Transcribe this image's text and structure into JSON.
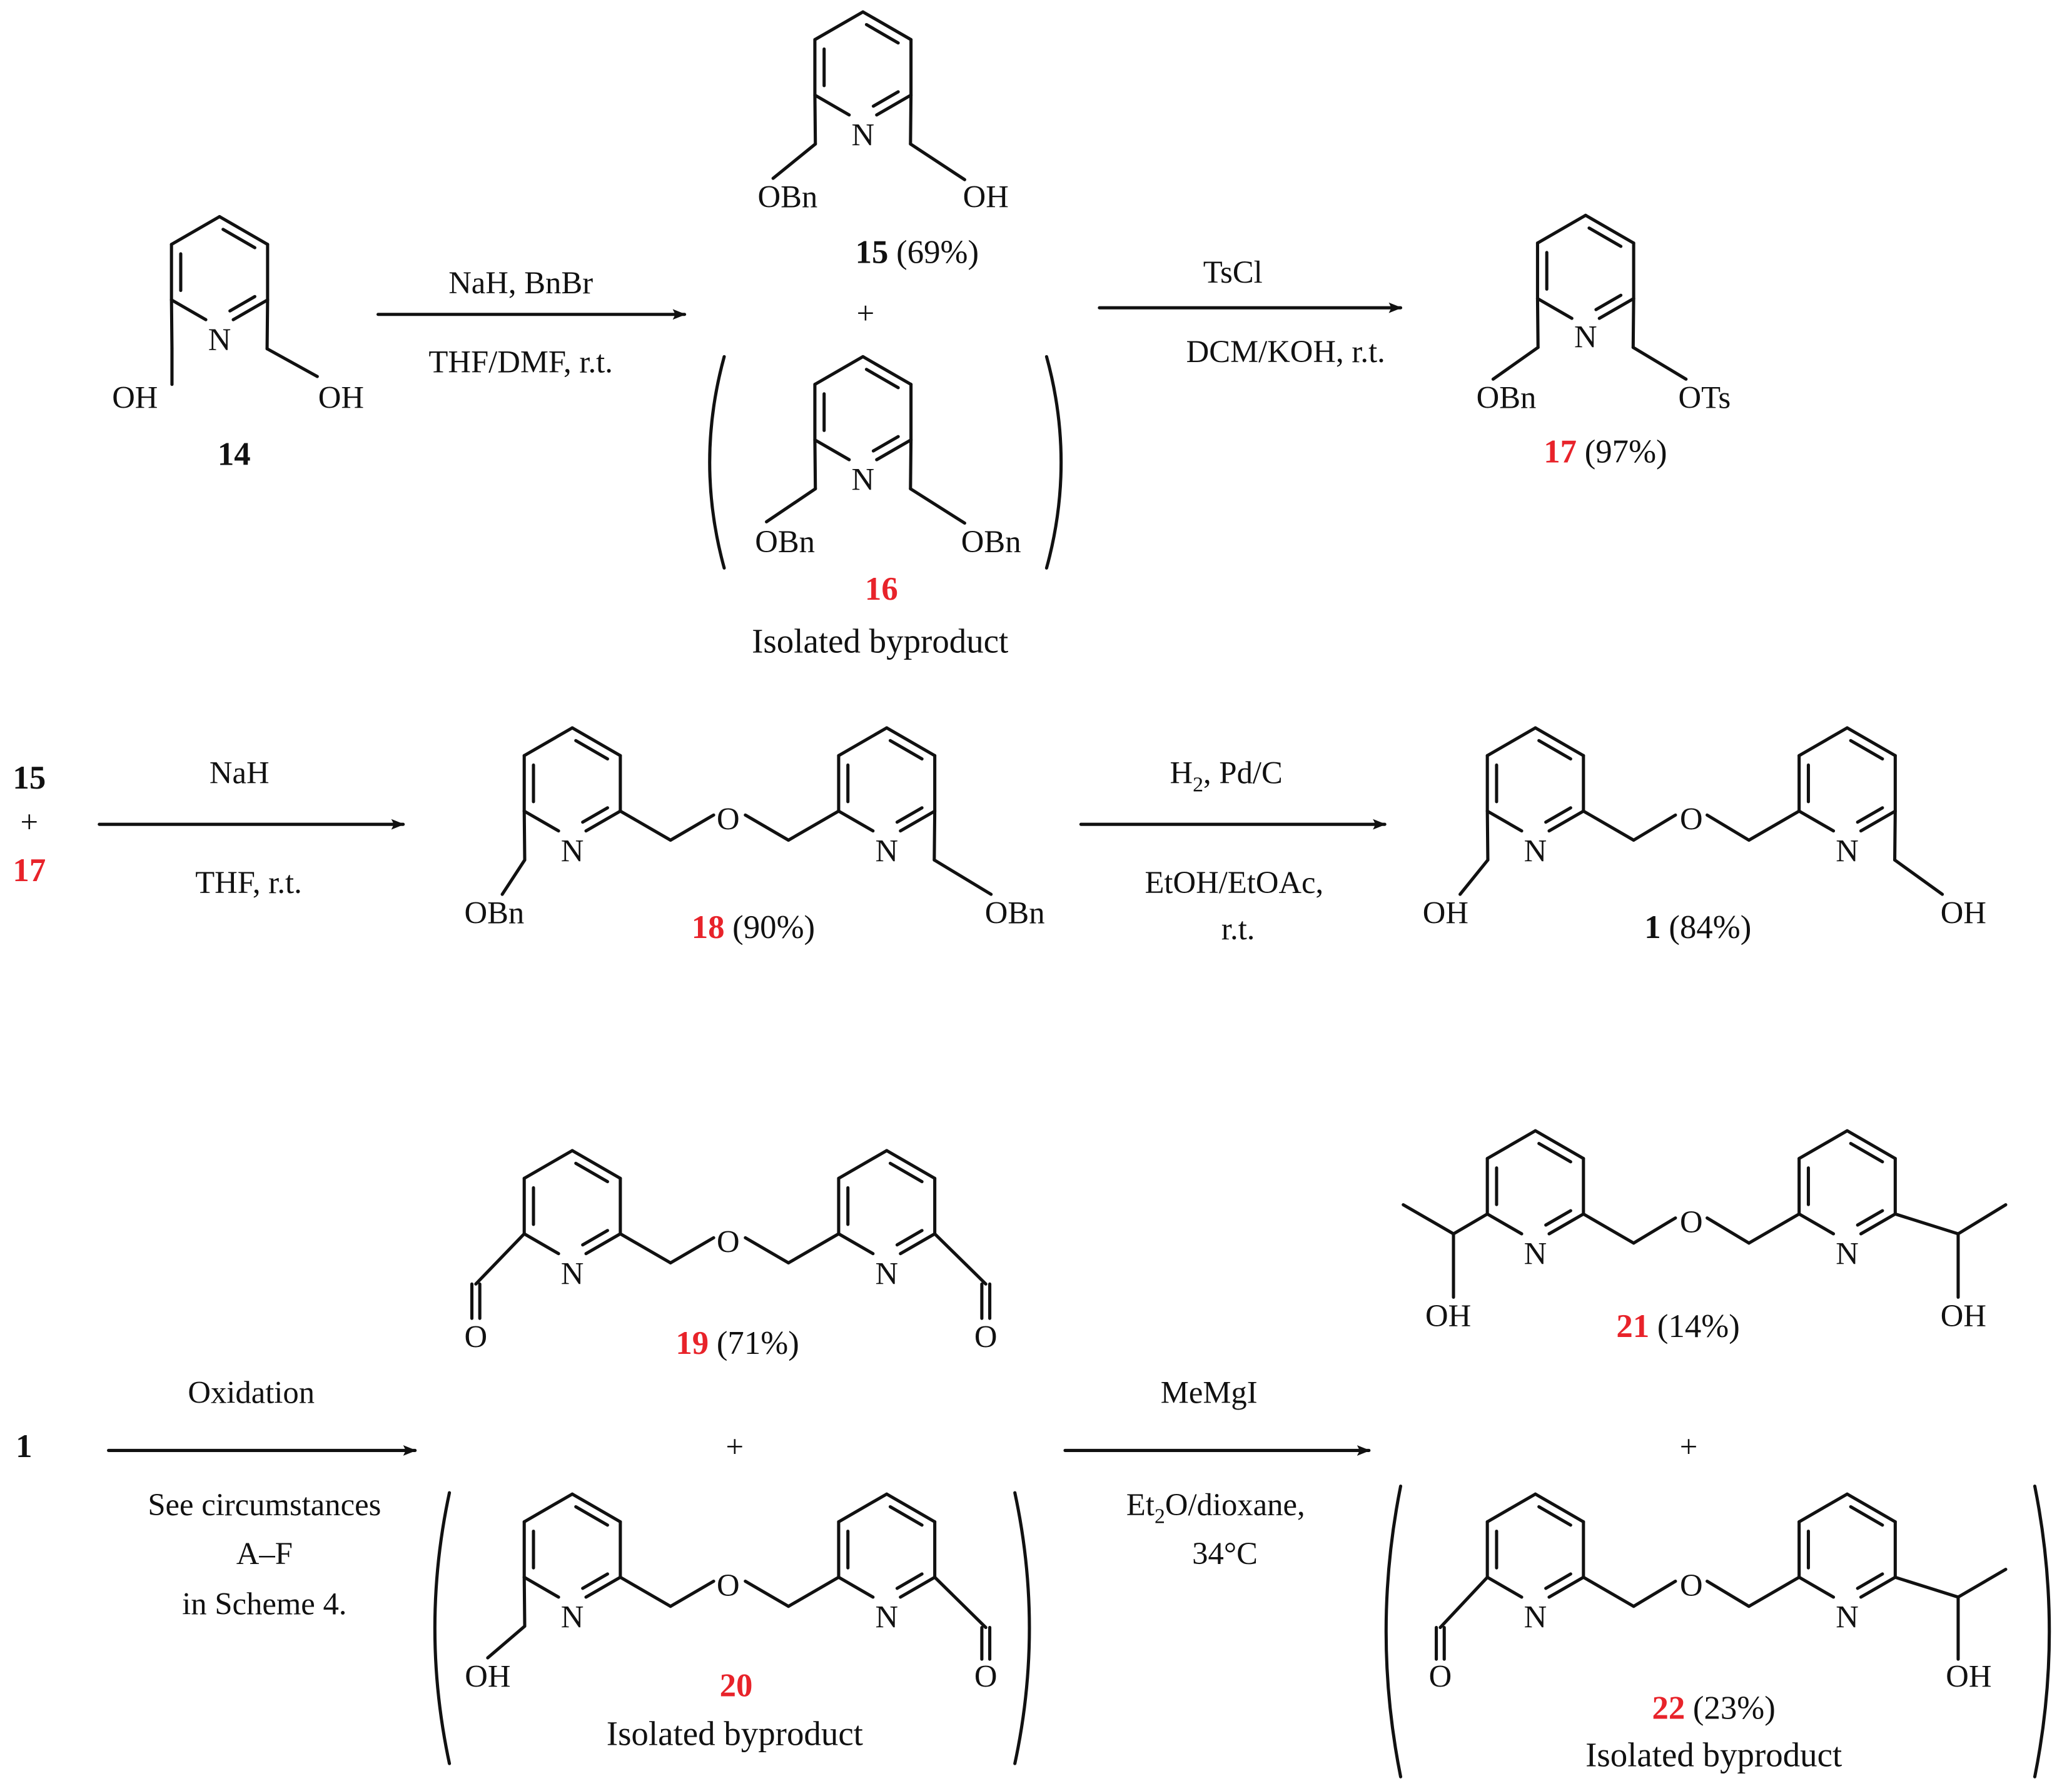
{
  "colors": {
    "ink": "#111111",
    "red": "#e8232a"
  },
  "atoms": {
    "N": "N",
    "O": "O",
    "OH": "OH",
    "OBn": "OBn",
    "OTs": "OTs"
  },
  "compounds": {
    "c14": {
      "id": "14"
    },
    "c15": {
      "id": "15",
      "yield": "(69%)"
    },
    "c16": {
      "id": "16",
      "note": "Isolated byproduct"
    },
    "c17": {
      "id": "17",
      "yield": "(97%)"
    },
    "c18": {
      "id": "18",
      "yield": "(90%)"
    },
    "c1": {
      "id": "1",
      "yield": "(84%)"
    },
    "c19": {
      "id": "19",
      "yield": "(71%)"
    },
    "c20": {
      "id": "20",
      "note": "Isolated byproduct"
    },
    "c21": {
      "id": "21",
      "yield": "(14%)"
    },
    "c22": {
      "id": "22",
      "yield": "(23%)",
      "note": "Isolated byproduct"
    }
  },
  "reagents": {
    "r1_top": "NaH, BnBr",
    "r1_bottom": "THF/DMF, r.t.",
    "r2_top": "TsCl",
    "r2_bottom": "DCM/KOH, r.t.",
    "r3_top": "NaH",
    "r3_bottom": "THF, r.t.",
    "r4_top_main": "H",
    "r4_top_sub": "2",
    "r4_top_rest": ", Pd/C",
    "r4_bottom_1": "EtOH/EtOAc,",
    "r4_bottom_2": "r.t.",
    "r5_top": "Oxidation",
    "r5_bottom_1": "See circumstances",
    "r5_bottom_2": "A–F",
    "r5_bottom_3": "in Scheme 4.",
    "r6_top": "MeMgI",
    "r6_bottom_1a": "Et",
    "r6_bottom_1sub": "2",
    "r6_bottom_1b": "O/dioxane,",
    "r6_bottom_2": "34°C"
  },
  "symbols": {
    "plus": "+"
  }
}
